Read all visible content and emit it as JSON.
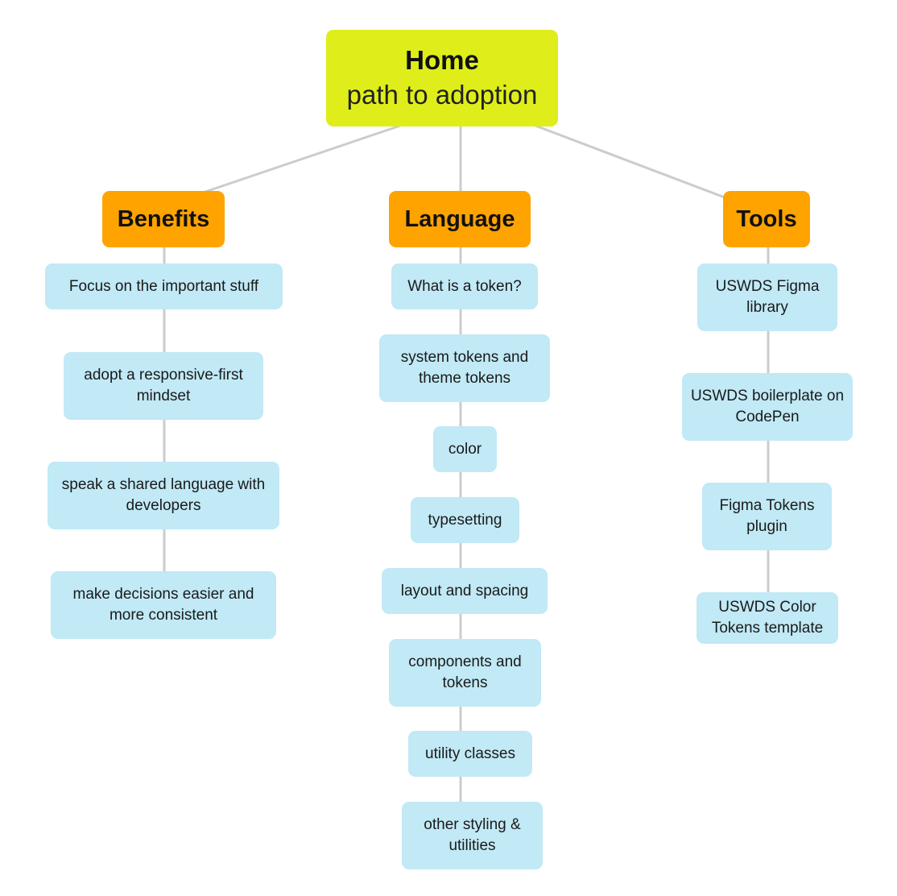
{
  "root": {
    "title": "Home",
    "subtitle": "path to adoption"
  },
  "categories": {
    "benefits": {
      "label": "Benefits",
      "items": [
        "Focus on the important  stuff",
        "adopt a responsive-first mindset",
        "speak a shared language with developers",
        "make decisions easier and more consistent"
      ]
    },
    "language": {
      "label": "Language",
      "items": [
        "What is a token?",
        "system tokens and theme tokens",
        "color",
        "typesetting",
        "layout and spacing",
        "components and tokens",
        "utility classes",
        "other styling & utilities"
      ]
    },
    "tools": {
      "label": "Tools",
      "items": [
        "USWDS Figma library",
        "USWDS boilerplate on CodePen",
        "Figma Tokens plugin",
        "USWDS Color Tokens template"
      ]
    }
  },
  "colors": {
    "root": "#dfee1b",
    "category": "#ffa300",
    "leaf": "#c1e9f6",
    "connector": "#cccccc"
  }
}
